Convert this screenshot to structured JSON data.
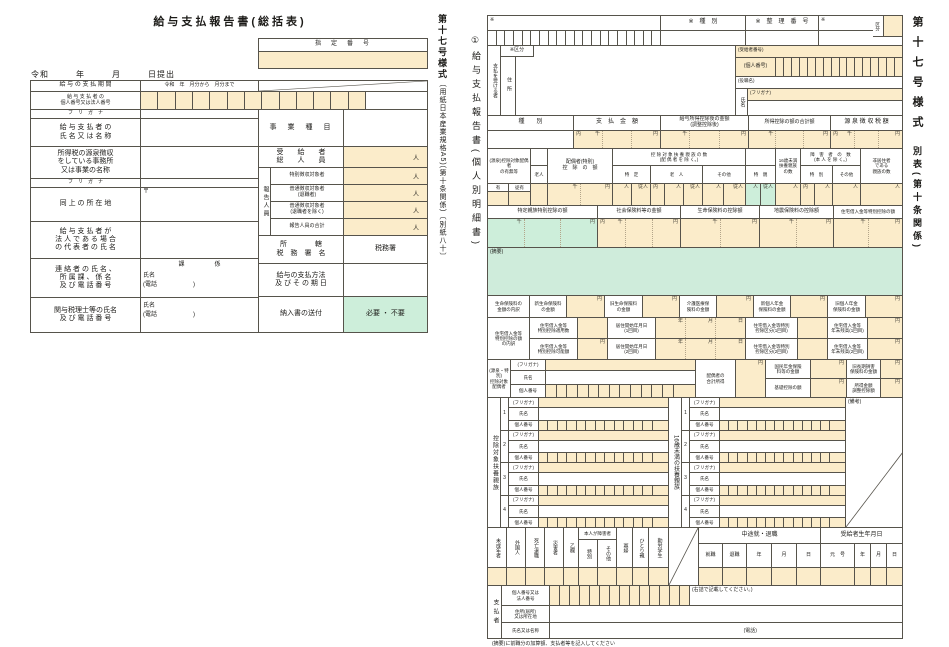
{
  "m": {
    "uchi": "内",
    "sen": "千",
    "yen": "円",
    "nin": "人",
    "junin": "従人",
    "yu": "有",
    "juyu": "従有",
    "year": "年",
    "month": "月",
    "day": "日",
    "kome": "※"
  },
  "L": {
    "title": "給与支払報告書(総括表)",
    "margin_big": "第十七号様式",
    "margin_small": "(用紙日本産業規格A5)(第十条関係)〔別紙八十〕",
    "shitei": "指　定　番　号",
    "submit": "令和　　　年　　　月　　　日提出",
    "period_label": "給 与 の 支 払 期 間",
    "period_value": "令和　年　月分から　月分まで",
    "payer_no": "給 与 支 払 者 の\n個人番号又は法人番号",
    "furigana": "フ　リ　ガ　ナ",
    "payer_name": "給 与 支 払 者 の\n氏 名 又 は 名 称",
    "office_name": "所得税の源泉徴収\nをしている事務所\n又は事業の名称",
    "address_label": "同 上 の 所 在 地",
    "postal": "〒",
    "rep_label": "給 与 支 払 者 が\n法 人 で あ る 場 合\nの 代 表 者 の 氏 名",
    "contact_label": "連 絡 者 の 氏 名 、\n所 属 課 、 係 名\n及 び 電 話 番 号",
    "contact_v1": "課　　　　　係",
    "contact_v2": "氏名",
    "contact_v3": "(電話　　　　　　)",
    "adviser_label": "関与税理士等の氏名\n及 び 電 話 番 号",
    "adviser_v1": "氏名",
    "adviser_v2": "(電話　　　　　　)",
    "biz_label": "事　業　種　目",
    "total_label": "受　　給　　者\n総　　人　　員",
    "houkoku": "報告人員",
    "tokubetsu": "特別徴収対象者",
    "futsu1": "普通徴収対象者\n(退職者)",
    "futsu2": "普通徴収対象者\n(退職者を除く)",
    "goukei": "報告人員の合計",
    "shokatsu": "所　　　　轄\n税　務　署　名",
    "zeimusho": "税務署",
    "pay_method": "給与の支払方法\n及 び そ の 期 日",
    "nonyu": "納入書の送付",
    "hitsuyo": "必要 ・ 不要"
  },
  "R": {
    "side": "①給与支払報告書(個人別明細書)",
    "margin_big": "第十七号様式",
    "margin_small": "別表(第十条関係)",
    "shubetsu": "※　種　別",
    "seiri": "※　整　理　番　号",
    "recipient": "支払を受ける者",
    "kubun_kome": "※区分",
    "jusho": "住所",
    "jukyu_no": "(受給者番号)",
    "kojin_no": "(個人番号)",
    "yakushoku": "(役職名)",
    "shimei": "氏名",
    "furigana_p": "(フリガナ)",
    "kojin2": "個人番号",
    "kubun": "区分",
    "cols": {
      "shu": "種　　別",
      "shikyu": "支　払　金　額",
      "koujogo": "給与所得控除後の金額\n(調整控除後)",
      "goukei": "所得控除の額の合計額",
      "gensen": "源 泉 徴 収 税 額"
    },
    "d": {
      "spouse_exist": "(源泉)控除対象配偶者\nの有無等",
      "roujin": "老人",
      "spouse_koujo": "配偶者(特別)\n控　除　の　額",
      "fuyou": "控 除 対 象 扶 養 親 族 の 数\n(配 偶 者 を 除 く。)",
      "tokutei": "特　定",
      "roujin2": "老　人",
      "sonota": "その他",
      "tokushin": "特　親",
      "u16": "16歳未満\n扶養親族\nの数",
      "shougai": "障　害　者　の　数\n(本 人 を 除 く。)",
      "tokubetsu": "特　別",
      "sonota2": "その他",
      "hikyoju": "非居住者\nである\n親族の数"
    },
    "e": {
      "tokushin_koujo": "特定親族特別控除の額",
      "shakai": "社会保険料等の金額",
      "seimei": "生命保険料の控除額",
      "jishin": "地震保険料の控除額",
      "jutaku": "住宅借入金等特別控除の額"
    },
    "tekiyo": "(摘要)",
    "g": {
      "label": "生命保険料の\n金額の内訳",
      "a": "新生命保険料\nの金額",
      "b": "旧生命保険料\nの金額",
      "c": "介護医療保\n険料の金額",
      "d": "新個人年金\n保険料の金額",
      "e": "旧個人年金\n保険料の金額"
    },
    "h": {
      "label": "住宅借入金等\n特別控除の額\nの内訳",
      "r1a": "住宅借入金等\n特別控除適用数",
      "r1b": "居住開始年月日\n(1回目)",
      "r1c": "住宅借入金等特別\n控除区分(1回目)",
      "r1d": "住宅借入金等\n年末残高(1回目)",
      "r2a": "住宅借入金等\n特別控除可能額",
      "r2b": "居住開始年月日\n(2回目)",
      "r2c": "住宅借入金等特別\n控除区分(2回目)",
      "r2d": "住宅借入金等\n年末残高(2回目)"
    },
    "i": {
      "label": "(源泉・特別)\n控除対象\n配偶者",
      "goukei_shotoku": "配偶者の\n合計所得",
      "kokumin": "国民年金保険\n料等の金額",
      "kiso": "基礎控除の額",
      "kyuchoki": "旧長期損害\n保険料の金額",
      "chosei": "所得金額\n調整控除額"
    },
    "j": {
      "left": "控除対象扶養親族",
      "right": "16歳未満の扶養親族",
      "biko": "(備考)",
      "nums": [
        "1",
        "2",
        "3",
        "4"
      ]
    },
    "k": {
      "flags": [
        "未成年者",
        "外国人",
        "死亡退職",
        "災害者",
        "乙欄"
      ],
      "honnin": "本人が障害者",
      "tokubetsu": "特別",
      "sonota": "その他",
      "flags2": [
        "寡婦",
        "ひとり親",
        "勤労学生"
      ],
      "chuto": "中途就・退職",
      "shushoku": "就職",
      "taishoku": "退職",
      "birth": "受給者生年月日",
      "gengo": "元　号"
    },
    "l": {
      "shiharai": "支払者",
      "kojin": "個人番号又は\n法人番号",
      "migizume": "(右詰で記載してください。)",
      "jusho": "住所(居所)\n又は所在地",
      "shimei": "氏名又は名称",
      "denwa": "(電話)"
    },
    "footer": "(摘要)に前職分の加算額、支払者等を記入してください"
  }
}
